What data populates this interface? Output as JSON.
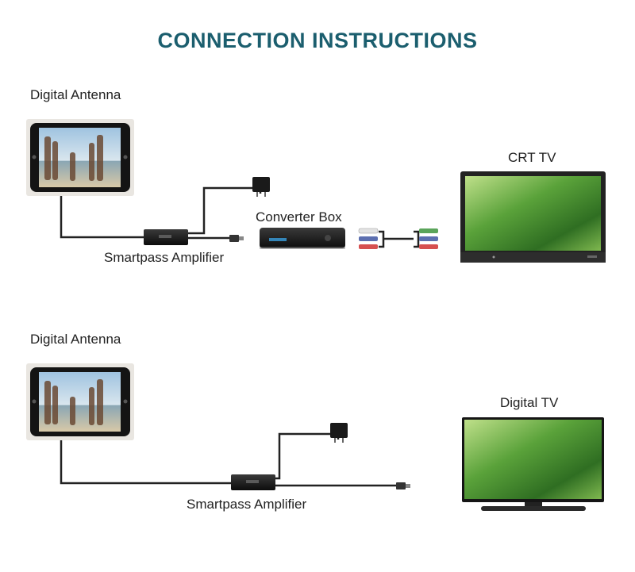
{
  "title": "CONNECTION INSTRUCTIONS",
  "colors": {
    "title": "#1b5e6e",
    "cable": "#222222",
    "screen_green": "#3f8a2a"
  },
  "setups": [
    {
      "antenna_label": "Digital Antenna",
      "amplifier_label": "Smartpass Amplifier",
      "converter_label": "Converter Box",
      "tv_label": "CRT TV"
    },
    {
      "antenna_label": "Digital Antenna",
      "amplifier_label": "Smartpass Amplifier",
      "tv_label": "Digital TV"
    }
  ]
}
